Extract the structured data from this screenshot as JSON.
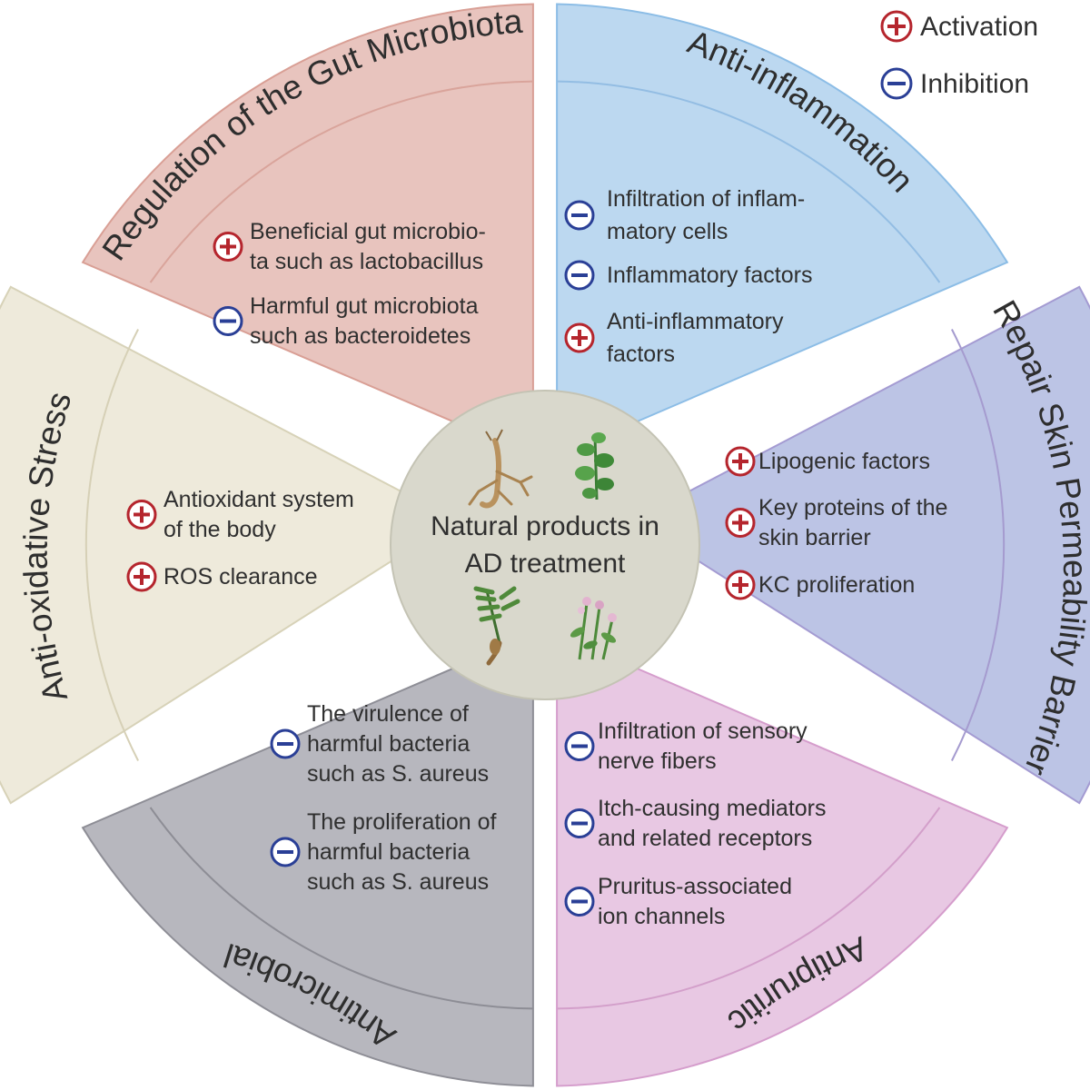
{
  "center": {
    "line1": "Natural products in",
    "line2": "AD treatment",
    "plant_icons": [
      "ginseng-root-icon",
      "leafy-herb-icon",
      "fern-root-plant-icon",
      "flowering-herb-icon"
    ]
  },
  "legend": {
    "activation": {
      "symbol": "+",
      "label": "Activation",
      "color": "#b5252d"
    },
    "inhibition": {
      "symbol": "−",
      "label": "Inhibition",
      "color": "#2a3f96"
    }
  },
  "sectors": {
    "gut": {
      "title": "Regulation of the Gut Microbiota",
      "fill": "#e8c4be",
      "items": [
        {
          "sign": "plus",
          "lines": [
            "Beneficial gut microbio-",
            "ta such as lactobacillus"
          ]
        },
        {
          "sign": "minus",
          "lines": [
            "Harmful gut microbiota",
            "such as bacteroidetes"
          ]
        }
      ]
    },
    "inflammation": {
      "title": "Anti-inflammation",
      "fill": "#bcd8f0",
      "items": [
        {
          "sign": "minus",
          "lines": [
            "Infiltration of inflam-",
            "matory cells"
          ]
        },
        {
          "sign": "minus",
          "lines": [
            "Inflammatory factors"
          ]
        },
        {
          "sign": "plus",
          "lines": [
            "Anti-inflammatory",
            "factors"
          ]
        }
      ]
    },
    "skin": {
      "title": "Repair Skin Permeability Barrier",
      "fill": "#bcc4e5",
      "items": [
        {
          "sign": "plus",
          "lines": [
            "Lipogenic factors"
          ]
        },
        {
          "sign": "plus",
          "lines": [
            "Key proteins of the",
            "skin barrier"
          ]
        },
        {
          "sign": "plus",
          "lines": [
            "KC proliferation"
          ]
        }
      ]
    },
    "antipruritic": {
      "title": "Antipruritic",
      "fill": "#e8c8e3",
      "items": [
        {
          "sign": "minus",
          "lines": [
            "Infiltration of sensory",
            "nerve fibers"
          ]
        },
        {
          "sign": "minus",
          "lines": [
            "Itch-causing mediators",
            "and related receptors"
          ]
        },
        {
          "sign": "minus",
          "lines": [
            "Pruritus-associated",
            "ion channels"
          ]
        }
      ]
    },
    "antimicrobial": {
      "title": "Antimicrobial",
      "fill": "#b7b7be",
      "items": [
        {
          "sign": "minus",
          "lines": [
            "The virulence of",
            "harmful bacteria",
            "such as S. aureus"
          ]
        },
        {
          "sign": "minus",
          "lines": [
            "The proliferation of",
            "harmful bacteria",
            "such as S. aureus"
          ]
        }
      ]
    },
    "oxidative": {
      "title": "Anti-oxidative Stress",
      "fill": "#eeeadb",
      "items": [
        {
          "sign": "plus",
          "lines": [
            "Antioxidant system",
            "of the body"
          ]
        },
        {
          "sign": "plus",
          "lines": [
            "ROS clearance"
          ]
        }
      ]
    }
  }
}
